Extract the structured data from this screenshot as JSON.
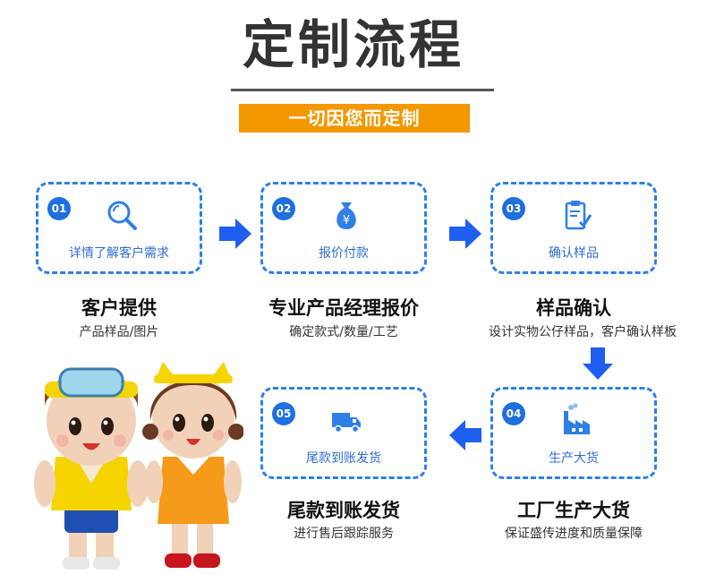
{
  "header": {
    "title": "定制流程",
    "subtitle": "一切因您而定制"
  },
  "steps": [
    {
      "num": "01",
      "label": "详情了解客户需求",
      "heading": "客户提供",
      "desc": "产品样品/图片",
      "icon": "search-icon"
    },
    {
      "num": "02",
      "label": "报价付款",
      "heading": "专业产品经理报价",
      "desc": "确定款式/数量/工艺",
      "icon": "money-bag-icon"
    },
    {
      "num": "03",
      "label": "确认样品",
      "heading": "样品确认",
      "desc": "设计实物公仔样品，客户确认样板",
      "icon": "clipboard-check-icon"
    },
    {
      "num": "04",
      "label": "生产大货",
      "heading": "工厂生产大货",
      "desc": "保证盛传进度和质量保障",
      "icon": "factory-icon"
    },
    {
      "num": "05",
      "label": "尾款到账发货",
      "heading": "尾款到账发货",
      "desc": "进行售后跟踪服务",
      "icon": "delivery-truck-icon"
    }
  ],
  "colors": {
    "accent_blue": "#2f7fe6",
    "arrow_blue": "#1f5ff0",
    "orange": "#f39800"
  }
}
